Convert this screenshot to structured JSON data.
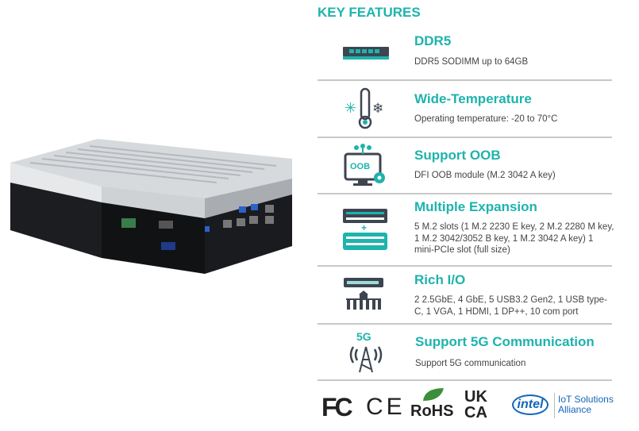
{
  "heading": "KEY FEATURES",
  "features": [
    {
      "icon": "memory-icon",
      "title": "DDR5",
      "desc": "DDR5 SODIMM up to 64GB"
    },
    {
      "icon": "thermometer-icon",
      "title": "Wide-Temperature",
      "desc": "Operating temperature: -20 to 70°C"
    },
    {
      "icon": "oob-monitor-icon",
      "title": "Support OOB",
      "desc": "DFI OOB module (M.2 3042 A key)",
      "icon_text": "OOB"
    },
    {
      "icon": "expansion-slots-icon",
      "title": "Multiple Expansion",
      "desc": "5 M.2 slots (1 M.2 2230 E key, 2 M.2 2280 M key, 1 M.2 3042/3052 B key, 1 M.2 3042 A key) 1 mini-PCIe slot (full size)"
    },
    {
      "icon": "io-ports-icon",
      "title": "Rich I/O",
      "desc": "2 2.5GbE, 4 GbE, 5 USB3.2 Gen2, 1 USB type-C, 1 VGA, 1 HDMI, 1 DP++, 10 com port"
    },
    {
      "icon": "5g-tower-icon",
      "title": "Support 5G Communication",
      "desc": "Support 5G communication",
      "icon_text": "5G"
    }
  ],
  "certifications": {
    "fcc": "FC",
    "ce": "CE",
    "rohs": "RoHS",
    "ukca_1": "UK",
    "ukca_2": "CA",
    "intel": "intel",
    "intel_alliance_1": "IoT Solutions",
    "intel_alliance_2": "Alliance"
  },
  "colors": {
    "accent": "#1eb3ad",
    "dark": "#3d4550"
  }
}
